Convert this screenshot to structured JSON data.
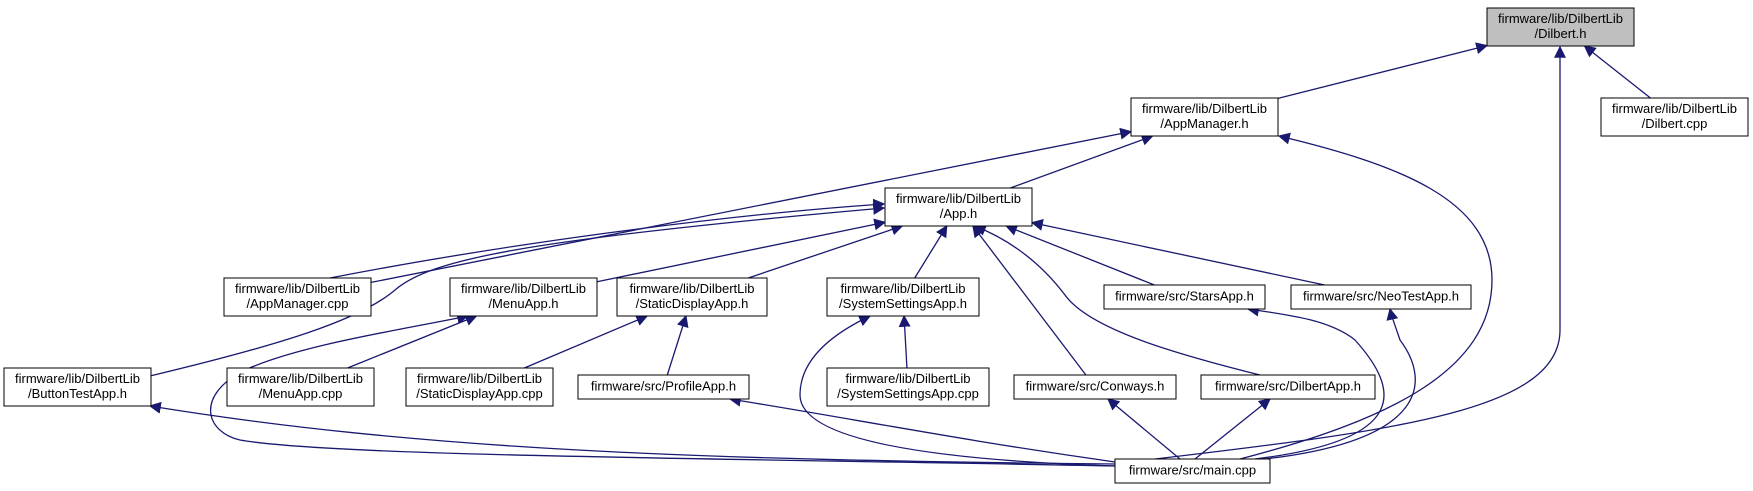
{
  "colors": {
    "edge": "#191970",
    "node_border": "#000000",
    "node_fill": "#ffffff",
    "highlight_fill": "#bfbfbf",
    "text": "#000000"
  },
  "nodes": [
    {
      "id": "dilbert_h",
      "lines": [
        "firmware/lib/DilbertLib",
        "/Dilbert.h"
      ],
      "highlight": true
    },
    {
      "id": "appmanager_h",
      "lines": [
        "firmware/lib/DilbertLib",
        "/AppManager.h"
      ]
    },
    {
      "id": "dilbert_cpp",
      "lines": [
        "firmware/lib/DilbertLib",
        "/Dilbert.cpp"
      ]
    },
    {
      "id": "app_h",
      "lines": [
        "firmware/lib/DilbertLib",
        "/App.h"
      ]
    },
    {
      "id": "appmanager_cpp",
      "lines": [
        "firmware/lib/DilbertLib",
        "/AppManager.cpp"
      ]
    },
    {
      "id": "menuapp_h",
      "lines": [
        "firmware/lib/DilbertLib",
        "/MenuApp.h"
      ]
    },
    {
      "id": "staticdisplayapp_h",
      "lines": [
        "firmware/lib/DilbertLib",
        "/StaticDisplayApp.h"
      ]
    },
    {
      "id": "systemsettingsapp_h",
      "lines": [
        "firmware/lib/DilbertLib",
        "/SystemSettingsApp.h"
      ]
    },
    {
      "id": "starsapp_h",
      "lines": [
        "firmware/src/StarsApp.h"
      ]
    },
    {
      "id": "neotestapp_h",
      "lines": [
        "firmware/src/NeoTestApp.h"
      ]
    },
    {
      "id": "buttontestapp_h",
      "lines": [
        "firmware/lib/DilbertLib",
        "/ButtonTestApp.h"
      ]
    },
    {
      "id": "menuapp_cpp",
      "lines": [
        "firmware/lib/DilbertLib",
        "/MenuApp.cpp"
      ]
    },
    {
      "id": "staticdisplayapp_cpp",
      "lines": [
        "firmware/lib/DilbertLib",
        "/StaticDisplayApp.cpp"
      ]
    },
    {
      "id": "profileapp_h",
      "lines": [
        "firmware/src/ProfileApp.h"
      ]
    },
    {
      "id": "systemsettingsapp_cpp",
      "lines": [
        "firmware/lib/DilbertLib",
        "/SystemSettingsApp.cpp"
      ]
    },
    {
      "id": "conways_h",
      "lines": [
        "firmware/src/Conways.h"
      ]
    },
    {
      "id": "dilbertapp_h",
      "lines": [
        "firmware/src/DilbertApp.h"
      ]
    },
    {
      "id": "main_cpp",
      "lines": [
        "firmware/src/main.cpp"
      ]
    }
  ],
  "edges": [
    {
      "from": "appmanager_h",
      "to": "dilbert_h"
    },
    {
      "from": "dilbert_cpp",
      "to": "dilbert_h"
    },
    {
      "from": "main_cpp",
      "to": "dilbert_h"
    },
    {
      "from": "app_h",
      "to": "appmanager_h"
    },
    {
      "from": "appmanager_cpp",
      "to": "appmanager_h"
    },
    {
      "from": "main_cpp",
      "to": "appmanager_h"
    },
    {
      "from": "appmanager_cpp",
      "to": "app_h"
    },
    {
      "from": "buttontestapp_h",
      "to": "app_h"
    },
    {
      "from": "menuapp_h",
      "to": "app_h"
    },
    {
      "from": "staticdisplayapp_h",
      "to": "app_h"
    },
    {
      "from": "systemsettingsapp_h",
      "to": "app_h"
    },
    {
      "from": "starsapp_h",
      "to": "app_h"
    },
    {
      "from": "neotestapp_h",
      "to": "app_h"
    },
    {
      "from": "conways_h",
      "to": "app_h"
    },
    {
      "from": "dilbertapp_h",
      "to": "app_h"
    },
    {
      "from": "menuapp_cpp",
      "to": "menuapp_h"
    },
    {
      "from": "main_cpp",
      "to": "menuapp_h"
    },
    {
      "from": "staticdisplayapp_cpp",
      "to": "staticdisplayapp_h"
    },
    {
      "from": "profileapp_h",
      "to": "staticdisplayapp_h"
    },
    {
      "from": "systemsettingsapp_cpp",
      "to": "systemsettingsapp_h"
    },
    {
      "from": "main_cpp",
      "to": "systemsettingsapp_h"
    },
    {
      "from": "main_cpp",
      "to": "starsapp_h"
    },
    {
      "from": "main_cpp",
      "to": "neotestapp_h"
    },
    {
      "from": "main_cpp",
      "to": "buttontestapp_h"
    },
    {
      "from": "main_cpp",
      "to": "profileapp_h"
    },
    {
      "from": "main_cpp",
      "to": "conways_h"
    },
    {
      "from": "main_cpp",
      "to": "dilbertapp_h"
    }
  ]
}
